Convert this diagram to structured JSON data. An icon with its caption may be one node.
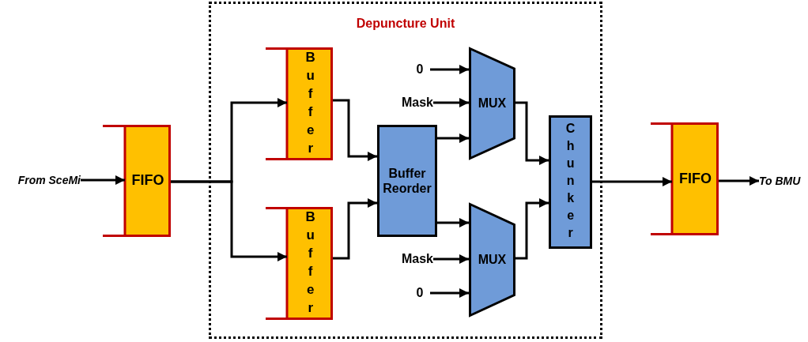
{
  "diagram": {
    "nodes": [
      {
        "text": [
          "From SceMi"
        ]
      },
      {
        "text": [
          "FIFO"
        ]
      },
      {
        "text": [
          "Depuncture Unit"
        ]
      },
      {
        "text": [
          "Buffer"
        ],
        "in": 2
      },
      {
        "text": [
          "Buffer"
        ],
        "in": 2
      },
      {
        "text": [
          "0"
        ],
        "in": 2
      },
      {
        "text": [
          "Mask"
        ],
        "in": 2
      },
      {
        "text": [
          "MUX"
        ],
        "in": 2
      },
      {
        "text": [
          "Buffer Reorder"
        ],
        "in": 2
      },
      {
        "text": [
          "Mask"
        ],
        "in": 2
      },
      {
        "text": [
          "0"
        ],
        "in": 2
      },
      {
        "text": [
          "MUX"
        ],
        "in": 2
      },
      {
        "text": [
          "Chunker"
        ],
        "in": 2
      },
      {
        "text": [
          "FIFO"
        ]
      },
      {
        "text": [
          "To BMU"
        ]
      }
    ],
    "edges": [
      {
        "from": 0,
        "to": 1,
        "arrow": "to"
      },
      {
        "from": 1,
        "to": 3,
        "arrow": "to"
      },
      {
        "from": 1,
        "to": 4,
        "arrow": "to"
      },
      {
        "from": 3,
        "to": 8,
        "arrow": "to"
      },
      {
        "from": 4,
        "to": 8,
        "arrow": "to"
      },
      {
        "from": 5,
        "to": 7,
        "arrow": "to"
      },
      {
        "from": 6,
        "to": 7,
        "arrow": "to"
      },
      {
        "from": 8,
        "to": 7,
        "arrow": "to"
      },
      {
        "from": 8,
        "to": 11,
        "arrow": "to"
      },
      {
        "from": 9,
        "to": 11,
        "arrow": "to"
      },
      {
        "from": 10,
        "to": 11,
        "arrow": "to"
      },
      {
        "from": 7,
        "to": 12,
        "arrow": "to"
      },
      {
        "from": 11,
        "to": 12,
        "arrow": "to"
      },
      {
        "from": 12,
        "to": 13,
        "arrow": "to"
      },
      {
        "from": 13,
        "to": 14,
        "arrow": "to"
      }
    ]
  }
}
